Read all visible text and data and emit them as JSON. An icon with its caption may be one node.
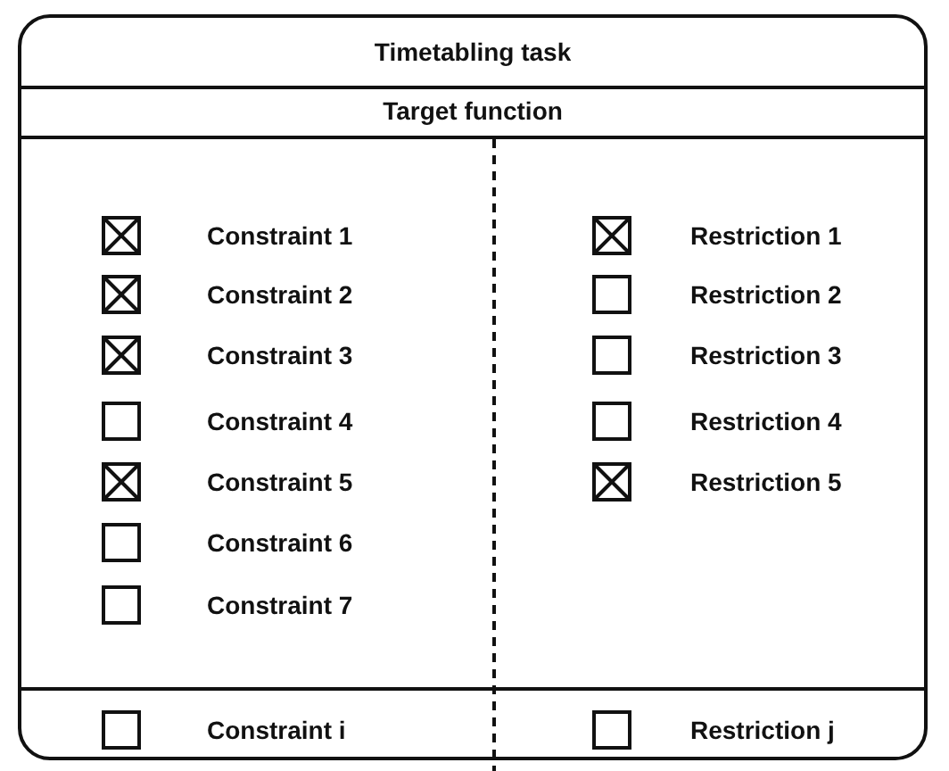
{
  "diagram": {
    "nodes": [
      {
        "text": [
          "Timetabling task"
        ]
      },
      {
        "text": [
          "Target function"
        ],
        "in": 0
      },
      {
        "text": [],
        "shape": "cross",
        "in": 0
      },
      {
        "text": [],
        "shape": "cross",
        "in": 0
      },
      {
        "text": [],
        "shape": "cross",
        "in": 0
      },
      {
        "text": [],
        "shape": "box",
        "in": 0
      },
      {
        "text": [],
        "shape": "cross",
        "in": 0
      },
      {
        "text": [],
        "shape": "box",
        "in": 0
      },
      {
        "text": [],
        "shape": "box",
        "in": 0
      },
      {
        "text": [],
        "shape": "box",
        "in": 0
      },
      {
        "text": [],
        "shape": "cross",
        "in": 0
      },
      {
        "text": [],
        "shape": "cross",
        "in": 0
      },
      {
        "text": [],
        "shape": "box",
        "in": 0
      },
      {
        "text": [],
        "shape": "box",
        "in": 0
      },
      {
        "text": [],
        "shape": "box",
        "in": 0
      },
      {
        "text": [],
        "shape": "box",
        "in": 0
      }
    ],
    "labels": [
      "Constraint 1",
      "Restriction 1",
      "Constraint 2",
      "Restriction 2",
      "Constraint 3",
      "Restriction 3",
      "Constraint 4",
      "Restriction 4",
      "Constraint 5",
      "Restriction 5",
      "Constraint 6",
      "Constraint 7",
      "Constraint i",
      "Restriction j"
    ]
  }
}
